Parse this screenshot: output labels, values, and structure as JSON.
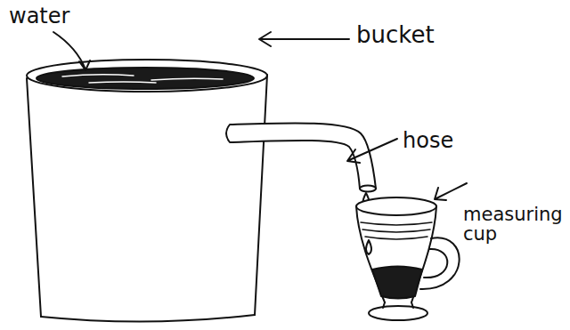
{
  "diagram": {
    "labels": [
      "water",
      "bucket",
      "hose",
      "measuring cup"
    ]
  }
}
